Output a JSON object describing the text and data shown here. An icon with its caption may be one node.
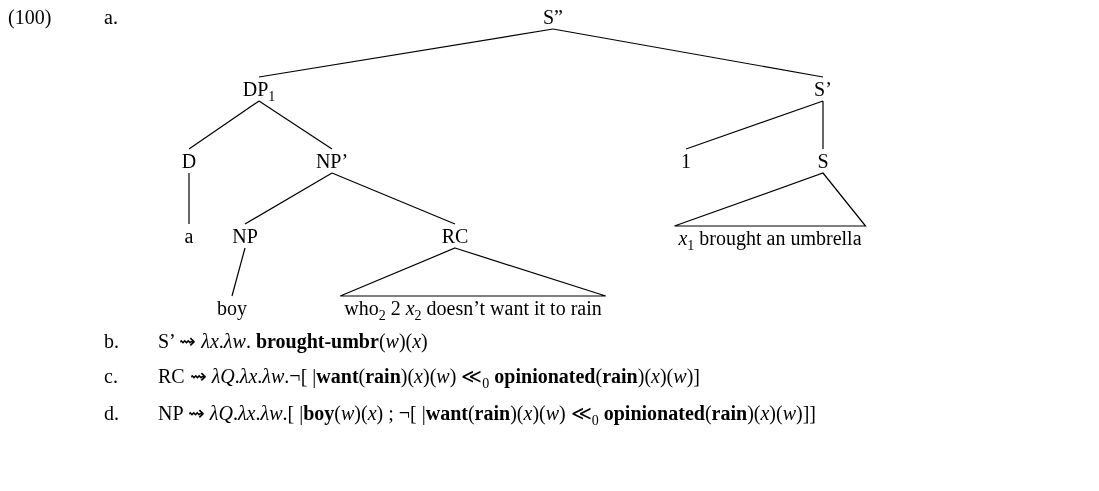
{
  "diagram": {
    "nodes": [
      {
        "text": [
          "S”"
        ]
      },
      {
        "text": [
          "DP$_{1}$"
        ]
      },
      {
        "text": [
          "S’"
        ]
      },
      {
        "text": [
          "D"
        ]
      },
      {
        "text": [
          "NP’"
        ]
      },
      {
        "text": [
          "1"
        ]
      },
      {
        "text": [
          "S"
        ]
      },
      {
        "text": [
          "a"
        ]
      },
      {
        "text": [
          "NP"
        ]
      },
      {
        "text": [
          "RC"
        ]
      },
      {
        "text": [
          "*x*$_{1}$ brought an umbrella"
        ]
      },
      {
        "text": [
          "boy"
        ]
      },
      {
        "text": [
          "who$_{2}$ 2 *x*$_{2}$ doesn’t want it to rain"
        ]
      }
    ],
    "edges": [
      {
        "from": 0,
        "to": 1,
        "arrow": "none"
      },
      {
        "from": 0,
        "to": 2,
        "arrow": "none"
      },
      {
        "from": 1,
        "to": 3,
        "arrow": "none"
      },
      {
        "from": 1,
        "to": 4,
        "arrow": "none"
      },
      {
        "from": 2,
        "to": 5,
        "arrow": "none"
      },
      {
        "from": 2,
        "to": 6,
        "arrow": "none"
      },
      {
        "from": 3,
        "to": 7,
        "arrow": "none"
      },
      {
        "from": 4,
        "to": 8,
        "arrow": "none"
      },
      {
        "from": 4,
        "to": 9,
        "arrow": "none"
      },
      {
        "from": 6,
        "to": 10,
        "arrow": "none"
      },
      {
        "from": 8,
        "to": 11,
        "arrow": "none"
      },
      {
        "from": 9,
        "to": 12,
        "arrow": "none"
      }
    ],
    "labels": [
      "(100)",
      "a.",
      "b.",
      "S’ ⇝ *λx*.*λw*. **brought-umbr**(*w*)(*x*)",
      "c.",
      "RC ⇝ *λQ*.*λx*.*λw*.¬[ |**want**(**rain**)(*x*)(*w*) ≪$_{0}$ **opinionated**(**rain**)(*x*)(*w*)]",
      "d.",
      "NP ⇝ *λQ*.*λx*.*λw*.[ |**boy**(*w*)(*x*) ; ¬[ |**want**(**rain**)(*x*)(*w*) ≪$_{0}$ **opinionated**(**rain**)(*x*)(*w*)]]"
    ]
  }
}
